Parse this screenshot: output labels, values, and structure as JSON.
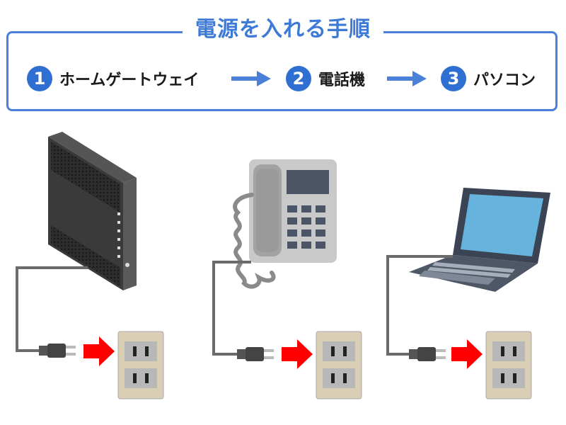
{
  "title": "電源を入れる手順",
  "steps": [
    {
      "number": "1",
      "label": "ホームゲートウェイ"
    },
    {
      "number": "2",
      "label": "電話機"
    },
    {
      "number": "3",
      "label": "パソコン"
    }
  ],
  "colors": {
    "accent": "#3d79d6",
    "step_circle": "#2f6fd1",
    "plug_arrow": "#ff0000",
    "outlet": "#d8cfb4",
    "cable": "#6b6b6b"
  }
}
